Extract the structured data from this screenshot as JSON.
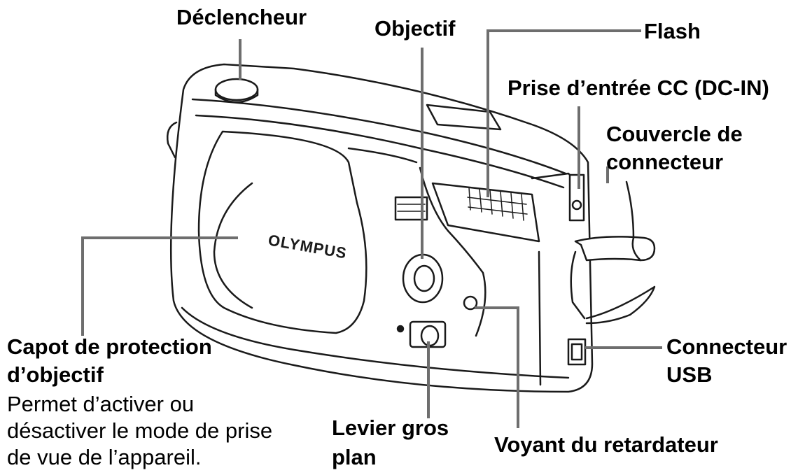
{
  "diagram": {
    "brand_logo": "OLYMPUS",
    "labels": {
      "declencheur": "Déclencheur",
      "objectif": "Objectif",
      "flash": "Flash",
      "prise_dc": "Prise d’entrée CC (DC-IN)",
      "couvercle_1": "Couvercle de",
      "couvercle_2": "connecteur",
      "connecteur_usb_1": "Connecteur",
      "connecteur_usb_2": "USB",
      "voyant": "Voyant du retardateur",
      "levier_1": "Levier gros",
      "levier_2": "plan",
      "capot_1": "Capot de protection",
      "capot_2": "d’objectif",
      "capot_desc_1": "Permet d’activer ou",
      "capot_desc_2": "désactiver le mode de prise",
      "capot_desc_3": "de vue de l’appareil."
    },
    "colors": {
      "line": "#6e6e6e",
      "outline": "#1a1a1a",
      "camera_fill": "#ffffff"
    }
  }
}
